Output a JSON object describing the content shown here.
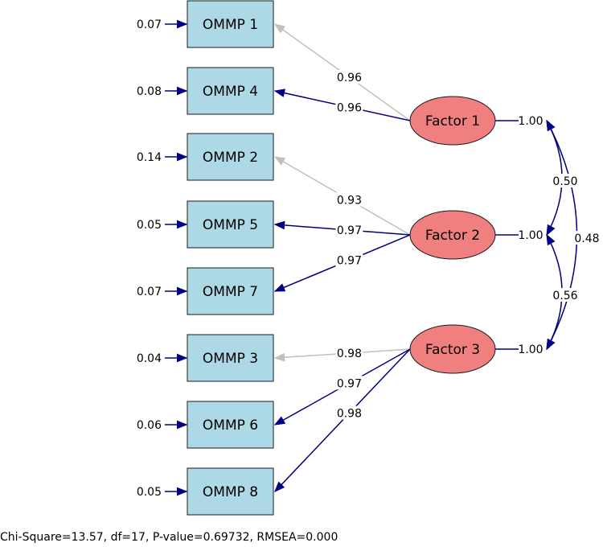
{
  "diagram": {
    "observed": [
      {
        "label": "OMMP 1",
        "error_variance": "0.07"
      },
      {
        "label": "OMMP 4",
        "error_variance": "0.08"
      },
      {
        "label": "OMMP 2",
        "error_variance": "0.14"
      },
      {
        "label": "OMMP 5",
        "error_variance": "0.05"
      },
      {
        "label": "OMMP 7",
        "error_variance": "0.07"
      },
      {
        "label": "OMMP 3",
        "error_variance": "0.04"
      },
      {
        "label": "OMMP 6",
        "error_variance": "0.06"
      },
      {
        "label": "OMMP 8",
        "error_variance": "0.05"
      }
    ],
    "factors": [
      {
        "label": "Factor 1",
        "variance": "1.00"
      },
      {
        "label": "Factor 2",
        "variance": "1.00"
      },
      {
        "label": "Factor 3",
        "variance": "1.00"
      }
    ],
    "loadings": [
      {
        "factor": 0,
        "item": 0,
        "value": "0.96",
        "color": "#c0c0c0"
      },
      {
        "factor": 0,
        "item": 1,
        "value": "0.96",
        "color": "#000080"
      },
      {
        "factor": 1,
        "item": 2,
        "value": "0.93",
        "color": "#c0c0c0"
      },
      {
        "factor": 1,
        "item": 3,
        "value": "0.97",
        "color": "#000080"
      },
      {
        "factor": 1,
        "item": 4,
        "value": "0.97",
        "color": "#000080"
      },
      {
        "factor": 2,
        "item": 5,
        "value": "0.98",
        "color": "#c0c0c0"
      },
      {
        "factor": 2,
        "item": 6,
        "value": "0.97",
        "color": "#000080"
      },
      {
        "factor": 2,
        "item": 7,
        "value": "0.98",
        "color": "#000080"
      }
    ],
    "correlations": [
      {
        "from": 0,
        "to": 1,
        "value": "0.50"
      },
      {
        "from": 1,
        "to": 2,
        "value": "0.56"
      },
      {
        "from": 0,
        "to": 2,
        "value": "0.48"
      }
    ],
    "colors": {
      "observed_fill": "#add8e6",
      "factor_fill": "#f08080",
      "arrow_dark": "#000080",
      "arrow_light": "#c0c0c0"
    }
  },
  "fit_statistics": "Chi-Square=13.57, df=17, P-value=0.69732, RMSEA=0.000"
}
